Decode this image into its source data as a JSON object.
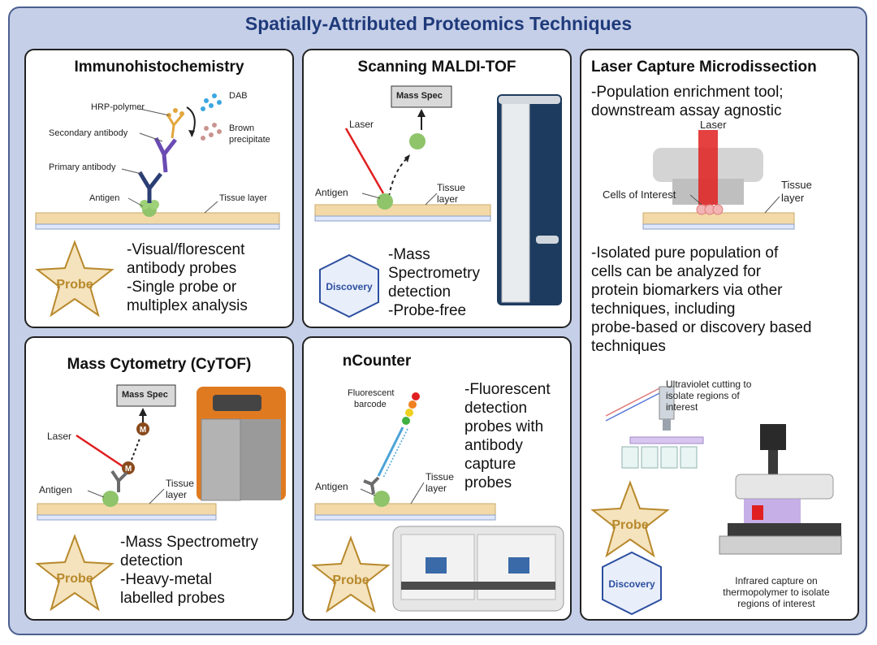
{
  "title": "Spatially-Attributed Proteomics Techniques",
  "badges": {
    "probe": "Probe",
    "discovery": "Discovery"
  },
  "ihc": {
    "title": "Immunohistochemistry",
    "labels": {
      "hrp": "HRP-polymer",
      "dab": "DAB",
      "secondary": "Secondary antibody",
      "brown1": "Brown",
      "brown2": "precipitate",
      "primary": "Primary antibody",
      "antigen": "Antigen",
      "tissue": "Tissue layer"
    },
    "text": [
      "-Visual/florescent",
      "antibody probes",
      "-Single probe or",
      "multiplex analysis"
    ]
  },
  "maldi": {
    "title": "Scanning MALDI-TOF",
    "labels": {
      "massspec": "Mass Spec",
      "laser": "Laser",
      "antigen": "Antigen",
      "tissue1": "Tissue",
      "tissue2": "layer"
    },
    "text": [
      "-Mass",
      "Spectrometry",
      "detection",
      "-Probe-free"
    ]
  },
  "lcm": {
    "title": "Laser Capture Microdissection",
    "subtitle": [
      "-Population enrichment tool;",
      "downstream assay agnostic"
    ],
    "labels": {
      "laser": "Laser",
      "cells": "Cells of Interest",
      "tissue1": "Tissue",
      "tissue2": "layer"
    },
    "text": [
      "-Isolated pure population of",
      "cells can be analyzed for",
      "protein biomarkers via other",
      "techniques, including",
      "probe-based or discovery based",
      "techniques"
    ],
    "uv": [
      "Ultraviolet cutting to",
      "isolate regions of",
      "interest"
    ],
    "ir": [
      "Infrared capture on",
      "thermopolymer to isolate",
      "regions of interest"
    ]
  },
  "cytof": {
    "title": "Mass Cytometry (CyTOF)",
    "labels": {
      "massspec": "Mass Spec",
      "laser": "Laser",
      "m": "M",
      "antigen": "Antigen",
      "tissue1": "Tissue",
      "tissue2": "layer"
    },
    "text": [
      "-Mass Spectrometry",
      "detection",
      "-Heavy-metal",
      "labelled probes"
    ]
  },
  "ncounter": {
    "title": "nCounter",
    "labels": {
      "fluor1": "Fluorescent",
      "fluor2": "barcode",
      "antigen": "Antigen",
      "tissue1": "Tissue",
      "tissue2": "layer"
    },
    "text": [
      "-Fluorescent",
      "detection",
      "probes with",
      "antibody",
      "capture",
      "probes"
    ]
  },
  "colors": {
    "frame_bg": "#c5cfe8",
    "title": "#1f3a7a",
    "probe_star": "#f4e3bd",
    "probe_text": "#b8892c",
    "discovery_text": "#2d4fa0",
    "tissue": "#f3d9a8",
    "antigen": "#8fc46b"
  }
}
